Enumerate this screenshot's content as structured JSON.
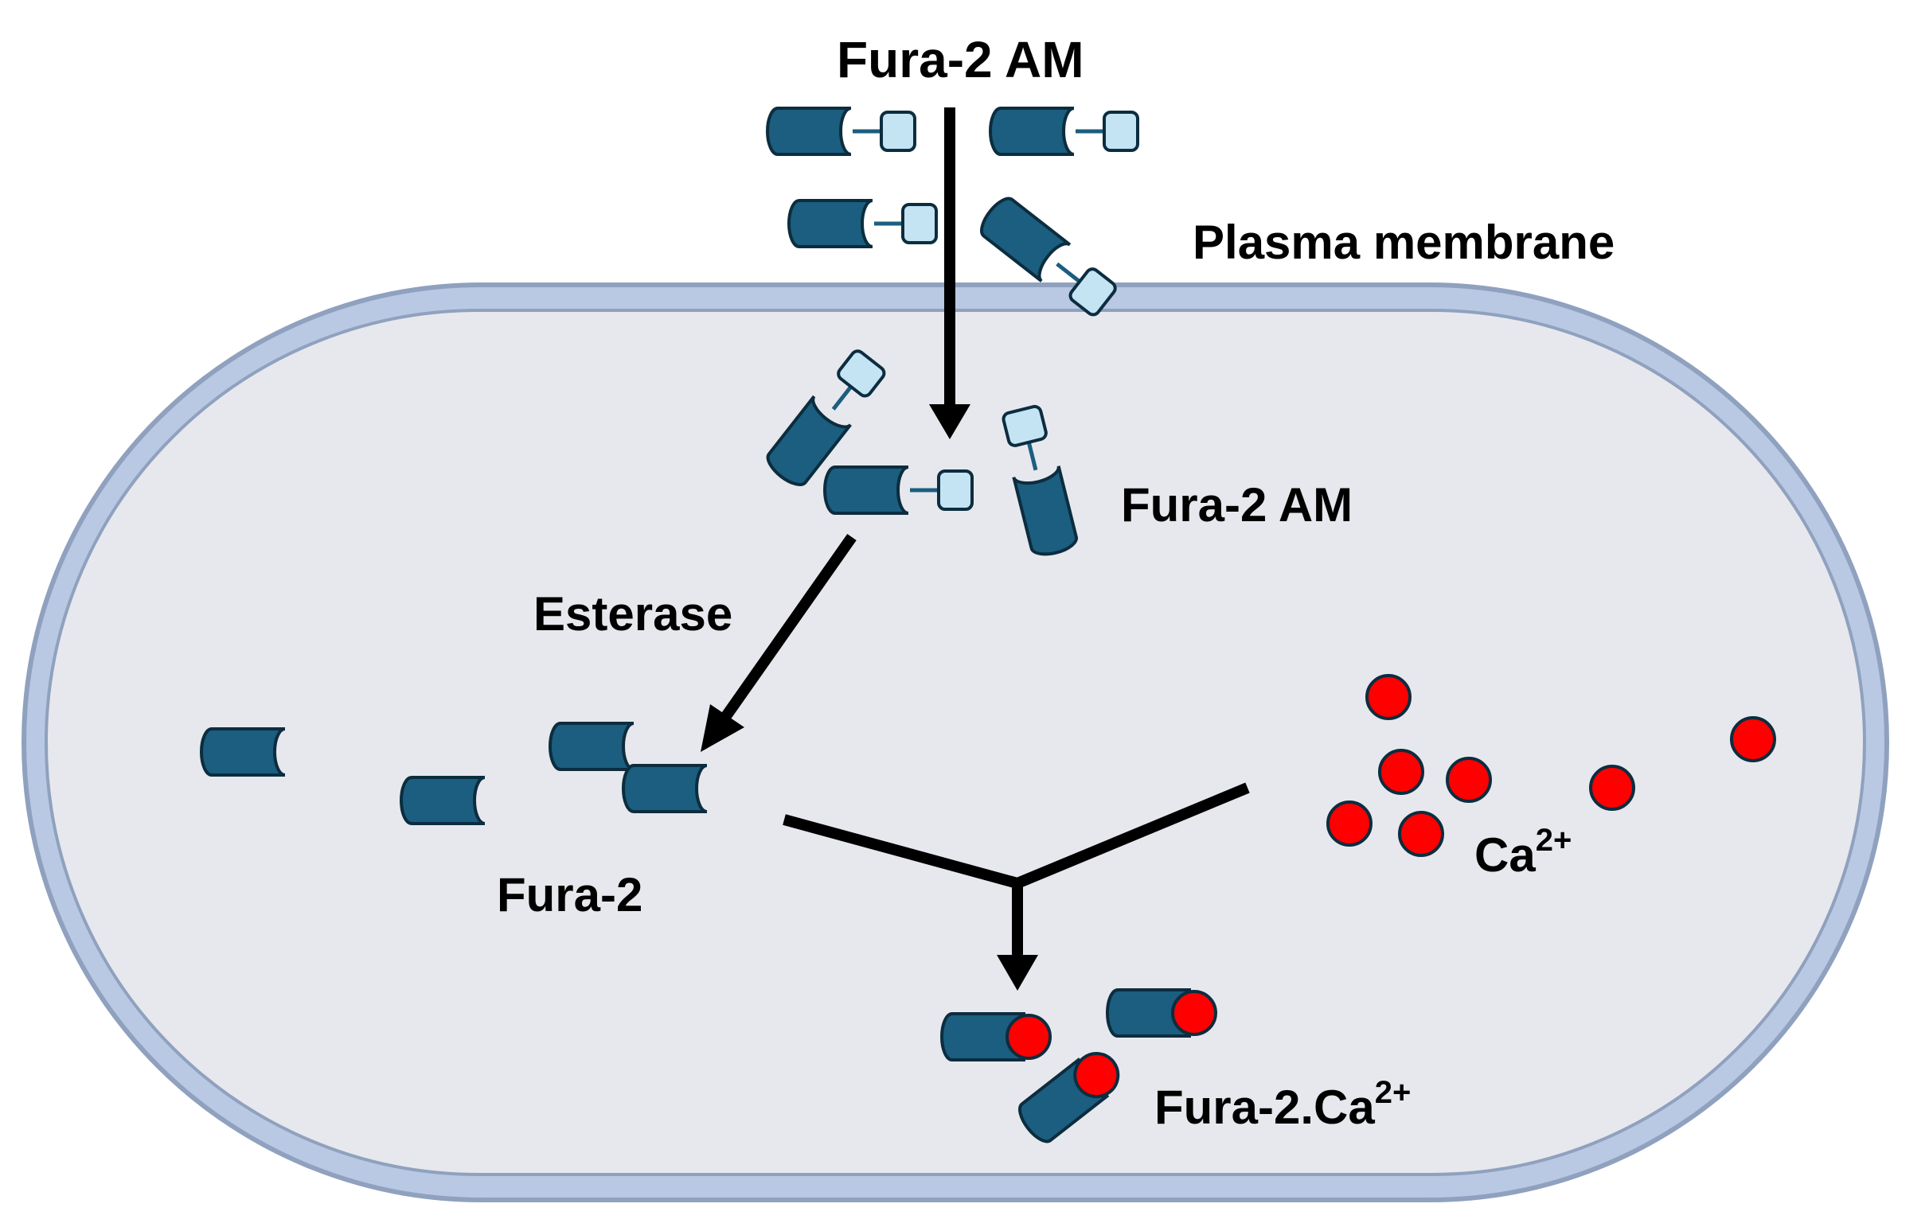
{
  "labels": {
    "top_title": "Fura-2 AM",
    "plasma_membrane": "Plasma membrane",
    "inner_fura_am": "Fura-2 AM",
    "esterase": "Esterase",
    "fura2": "Fura-2",
    "calcium": {
      "base": "Ca",
      "charge": "2+"
    },
    "complex": {
      "base": "Fura-2.Ca",
      "charge": "2+"
    }
  },
  "colors": {
    "page_background": "#ffffff",
    "cell_fill": "#e7e8ed",
    "membrane": "#b9c9e3",
    "membrane_edge": "#8fa1be",
    "dye_body": "#1b5e7f",
    "dye_outline": "#0c2d3f",
    "am_group": "#c4e4f4",
    "calcium_ion": "#ff0000",
    "arrow": "#000000"
  },
  "icons": {
    "dye_molecule": "cylinder-icon",
    "am_ester_group": "square-cap-icon",
    "calcium_ion": "red-circle-icon"
  }
}
